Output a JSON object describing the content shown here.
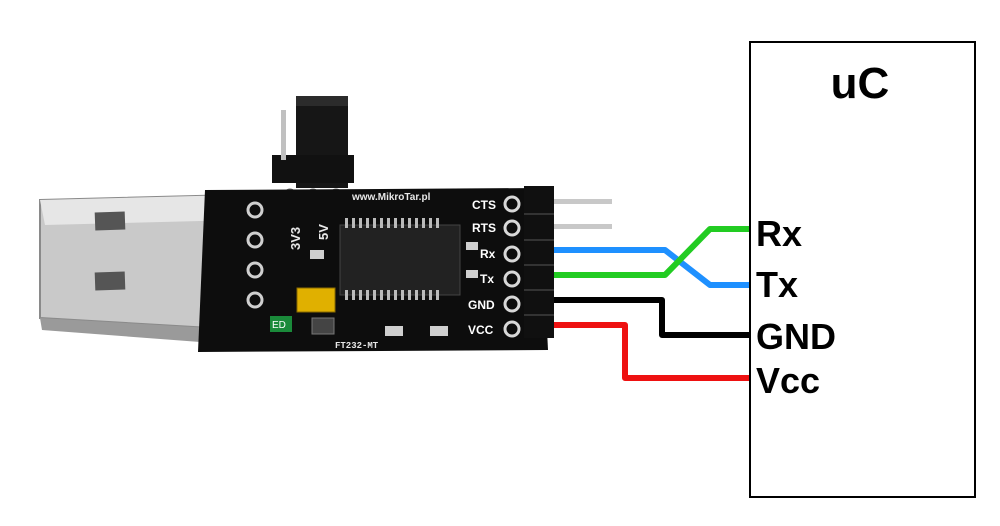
{
  "board": {
    "brand_text": "www.MikroTar.pl",
    "model_text": "FT232-MT",
    "jumper_3v3": "3V3",
    "jumper_5v": "5V",
    "led_label": "ED"
  },
  "board_pins": [
    "CTS",
    "RTS",
    "Rx",
    "Tx",
    "GND",
    "VCC"
  ],
  "mcu": {
    "title": "uC",
    "pins": [
      "Rx",
      "Tx",
      "GND",
      "Vcc"
    ]
  },
  "wires": [
    {
      "from": "Rx",
      "to": "Tx",
      "color": "#1e90ff"
    },
    {
      "from": "Tx",
      "to": "Rx",
      "color": "#22cc22"
    },
    {
      "from": "GND",
      "to": "GND",
      "color": "#000000"
    },
    {
      "from": "VCC",
      "to": "Vcc",
      "color": "#ee1111"
    }
  ]
}
